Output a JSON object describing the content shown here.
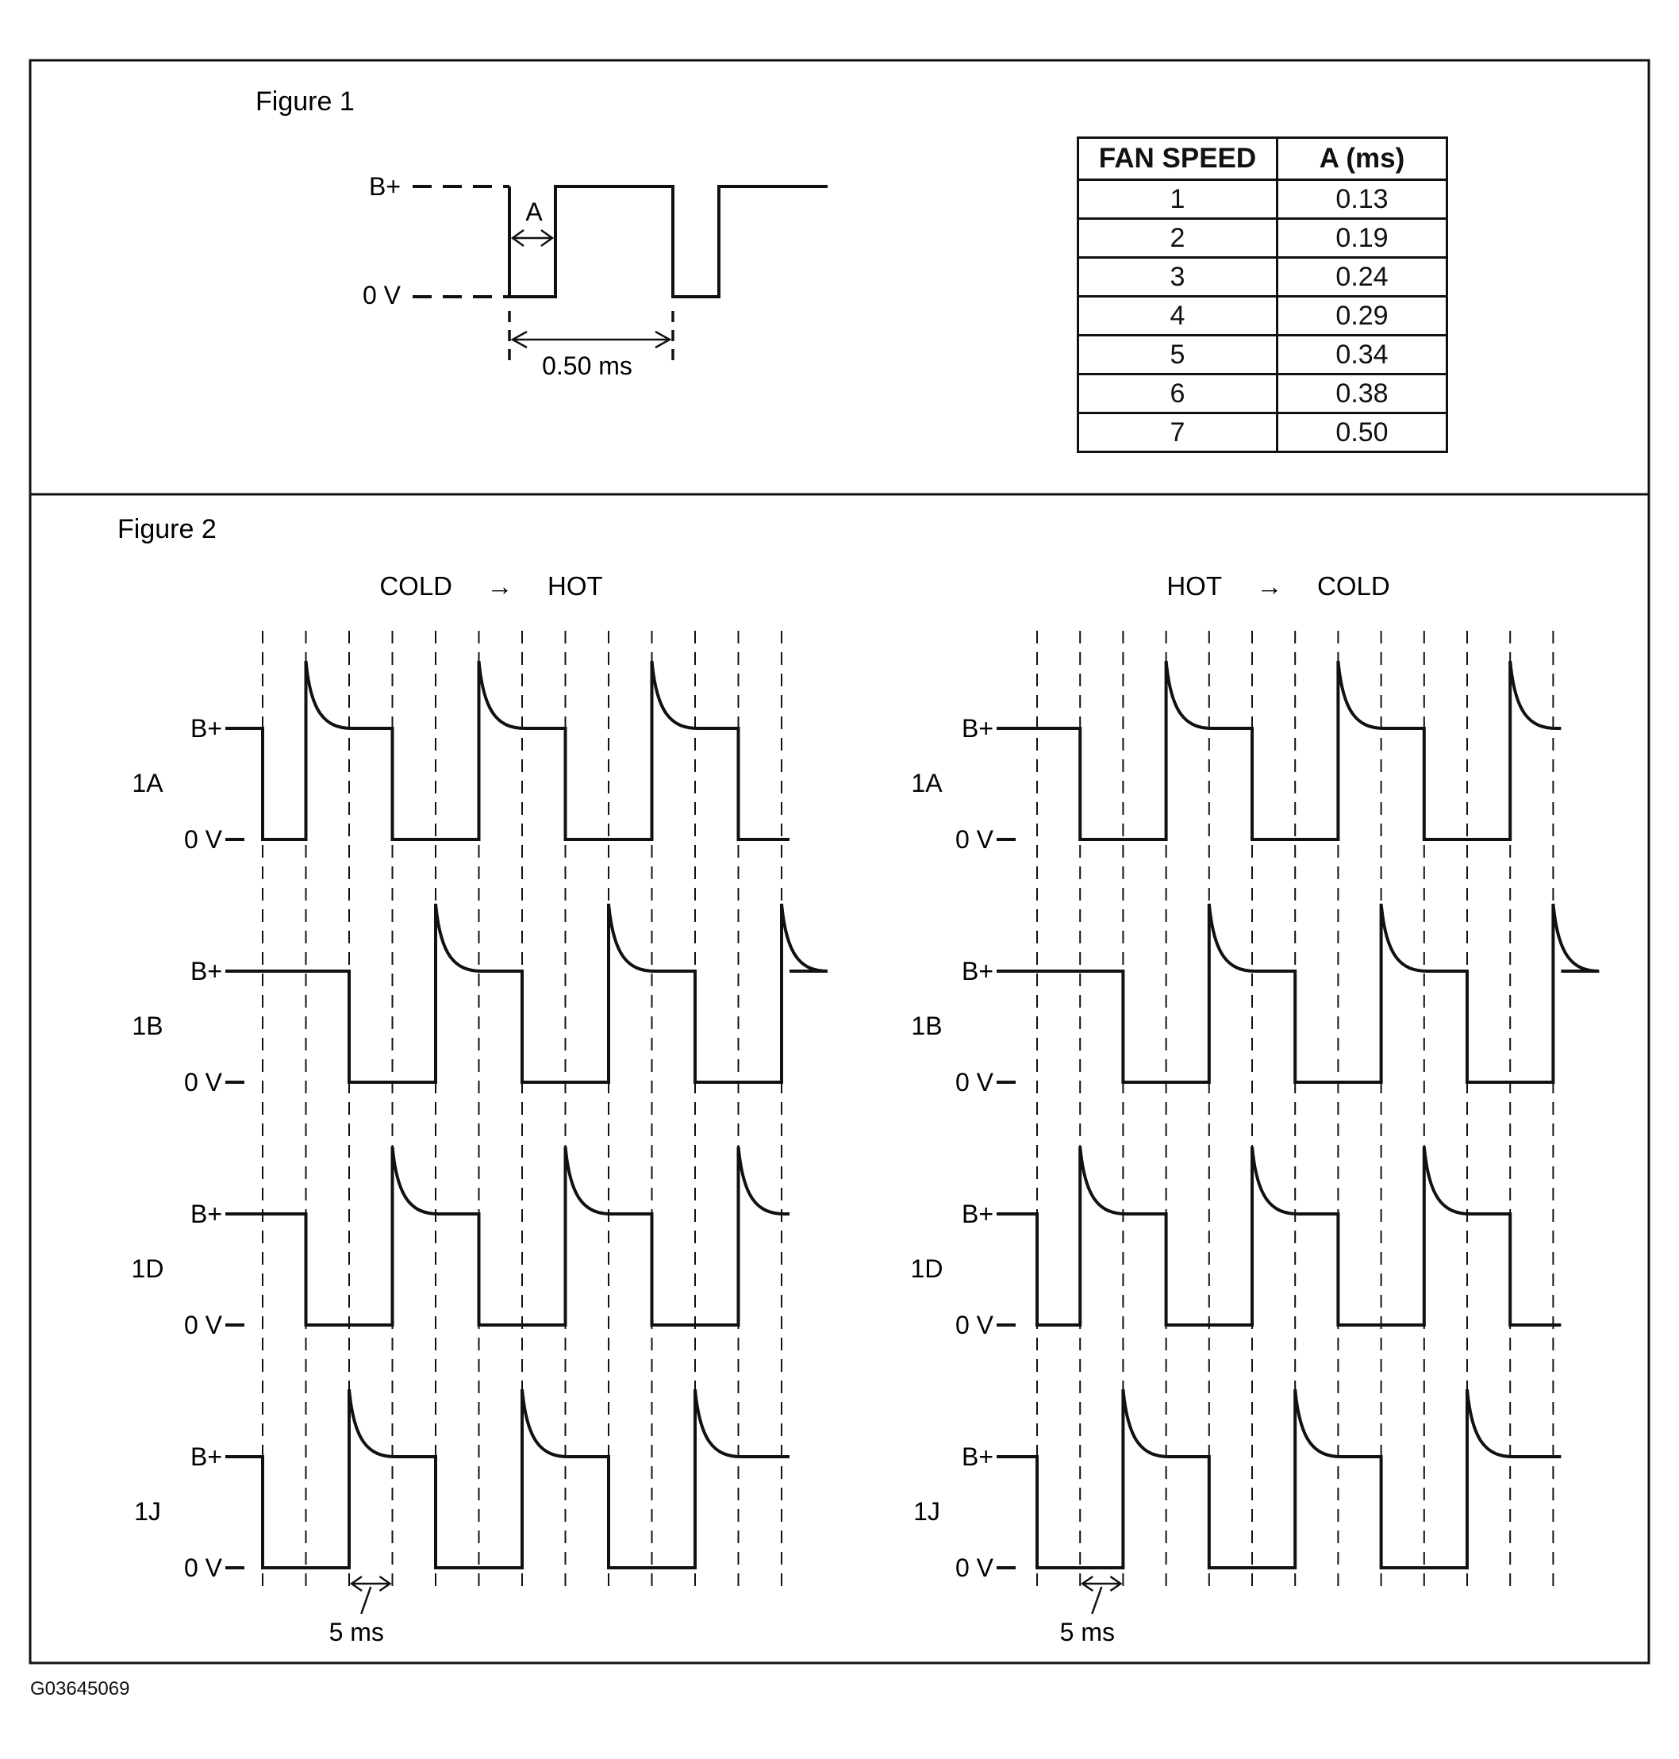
{
  "figure1": {
    "title": "Figure 1",
    "labels": {
      "b_plus": "B+",
      "zero_v": "0 V",
      "a_label": "A",
      "period": "0.50 ms"
    },
    "table": {
      "headers": [
        "FAN SPEED",
        "A (ms)"
      ],
      "rows": [
        [
          "1",
          "0.13"
        ],
        [
          "2",
          "0.19"
        ],
        [
          "3",
          "0.24"
        ],
        [
          "4",
          "0.29"
        ],
        [
          "5",
          "0.34"
        ],
        [
          "6",
          "0.38"
        ],
        [
          "7",
          "0.50"
        ]
      ]
    }
  },
  "figure2": {
    "title": "Figure 2",
    "panels": [
      {
        "title_from": "COLD",
        "title_to": "HOT",
        "arrow": "→",
        "scale_label": "5 ms",
        "traces": [
          {
            "name": "1A",
            "high_label": "B+",
            "low_label": "0 V",
            "initial_level": "high",
            "toggle_slots": [
              0,
              1,
              3,
              5,
              7,
              9,
              11
            ]
          },
          {
            "name": "1B",
            "high_label": "B+",
            "low_label": "0 V",
            "initial_level": "high",
            "toggle_slots": [
              2,
              4,
              6,
              8,
              10,
              12
            ]
          },
          {
            "name": "1D",
            "high_label": "B+",
            "low_label": "0 V",
            "initial_level": "high",
            "toggle_slots": [
              1,
              3,
              5,
              7,
              9,
              11
            ]
          },
          {
            "name": "1J",
            "high_label": "B+",
            "low_label": "0 V",
            "initial_level": "high",
            "toggle_slots": [
              0,
              2,
              4,
              6,
              8,
              10
            ]
          }
        ]
      },
      {
        "title_from": "HOT",
        "title_to": "COLD",
        "arrow": "→",
        "scale_label": "5 ms",
        "traces": [
          {
            "name": "1A",
            "high_label": "B+",
            "low_label": "0 V",
            "initial_level": "high",
            "toggle_slots": [
              1,
              3,
              5,
              7,
              9,
              11
            ]
          },
          {
            "name": "1B",
            "high_label": "B+",
            "low_label": "0 V",
            "initial_level": "high",
            "toggle_slots": [
              2,
              4,
              6,
              8,
              10,
              12
            ]
          },
          {
            "name": "1D",
            "high_label": "B+",
            "low_label": "0 V",
            "initial_level": "high",
            "toggle_slots": [
              0,
              1,
              3,
              5,
              7,
              9,
              11
            ]
          },
          {
            "name": "1J",
            "high_label": "B+",
            "low_label": "0 V",
            "initial_level": "high",
            "toggle_slots": [
              0,
              2,
              4,
              6,
              8,
              10
            ]
          }
        ]
      }
    ]
  },
  "document_id": "G03645069"
}
